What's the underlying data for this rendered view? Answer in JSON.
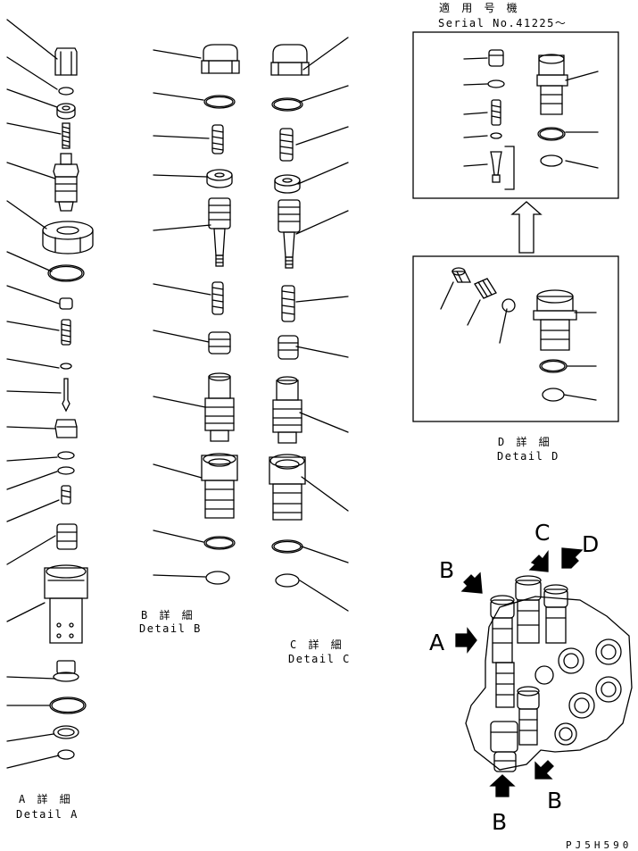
{
  "details": {
    "a": {
      "jp": "A 詳 細",
      "en": "Detail A"
    },
    "b": {
      "jp": "B 詳 細",
      "en": "Detail B"
    },
    "c": {
      "jp": "C 詳 細",
      "en": "Detail C"
    },
    "d": {
      "jp": "D 詳 細",
      "en": "Detail D"
    }
  },
  "serial": {
    "jp": "適 用 号 機",
    "en": "Serial No.41225～"
  },
  "view_letters": {
    "a": "A",
    "b_top": "B",
    "c": "C",
    "d": "D",
    "b_bottom_left": "B",
    "b_bottom_right": "B"
  },
  "drawing_code": "PJ5H590",
  "colors": {
    "line": "#000000",
    "background": "#ffffff"
  }
}
